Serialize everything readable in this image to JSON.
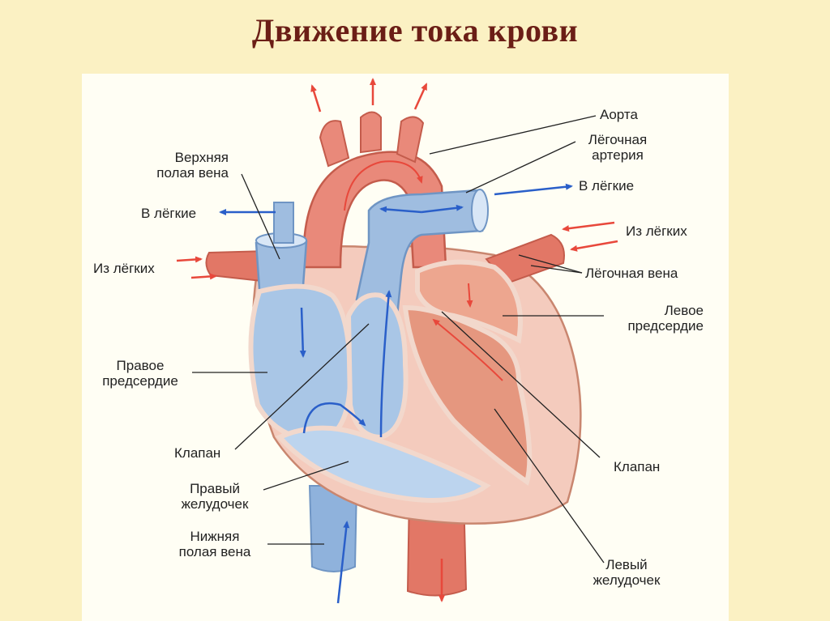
{
  "title": "Движение тока крови",
  "labels": {
    "aorta": "Аорта",
    "pulmonary_artery_1": "Лёгочная",
    "pulmonary_artery_2": "артерия",
    "to_lungs_right": "В лёгкие",
    "from_lungs_right": "Из лёгких",
    "pulmonary_vein": "Лёгочная вена",
    "left_atrium_1": "Левое",
    "left_atrium_2": "предсердие",
    "valve_right": "Клапан",
    "left_ventricle_1": "Левый",
    "left_ventricle_2": "желудочек",
    "superior_vena_cava_1": "Верхняя",
    "superior_vena_cava_2": "полая вена",
    "to_lungs_left": "В лёгкие",
    "from_lungs_left": "Из лёгких",
    "right_atrium_1": "Правое",
    "right_atrium_2": "предсердие",
    "valve_left": "Клапан",
    "right_ventricle_1": "Правый",
    "right_ventricle_2": "желудочек",
    "inferior_vena_cava_1": "Нижняя",
    "inferior_vena_cava_2": "полая вена"
  },
  "colors": {
    "background": "#fbf1c3",
    "panel": "#fffef4",
    "title": "#6b1e16",
    "oxygenated": "#e9897a",
    "deoxygenated": "#9fbde0",
    "arrow_blue": "#2a5fc9",
    "arrow_red": "#e8483b",
    "heart_wall": "#f4cbbd"
  }
}
